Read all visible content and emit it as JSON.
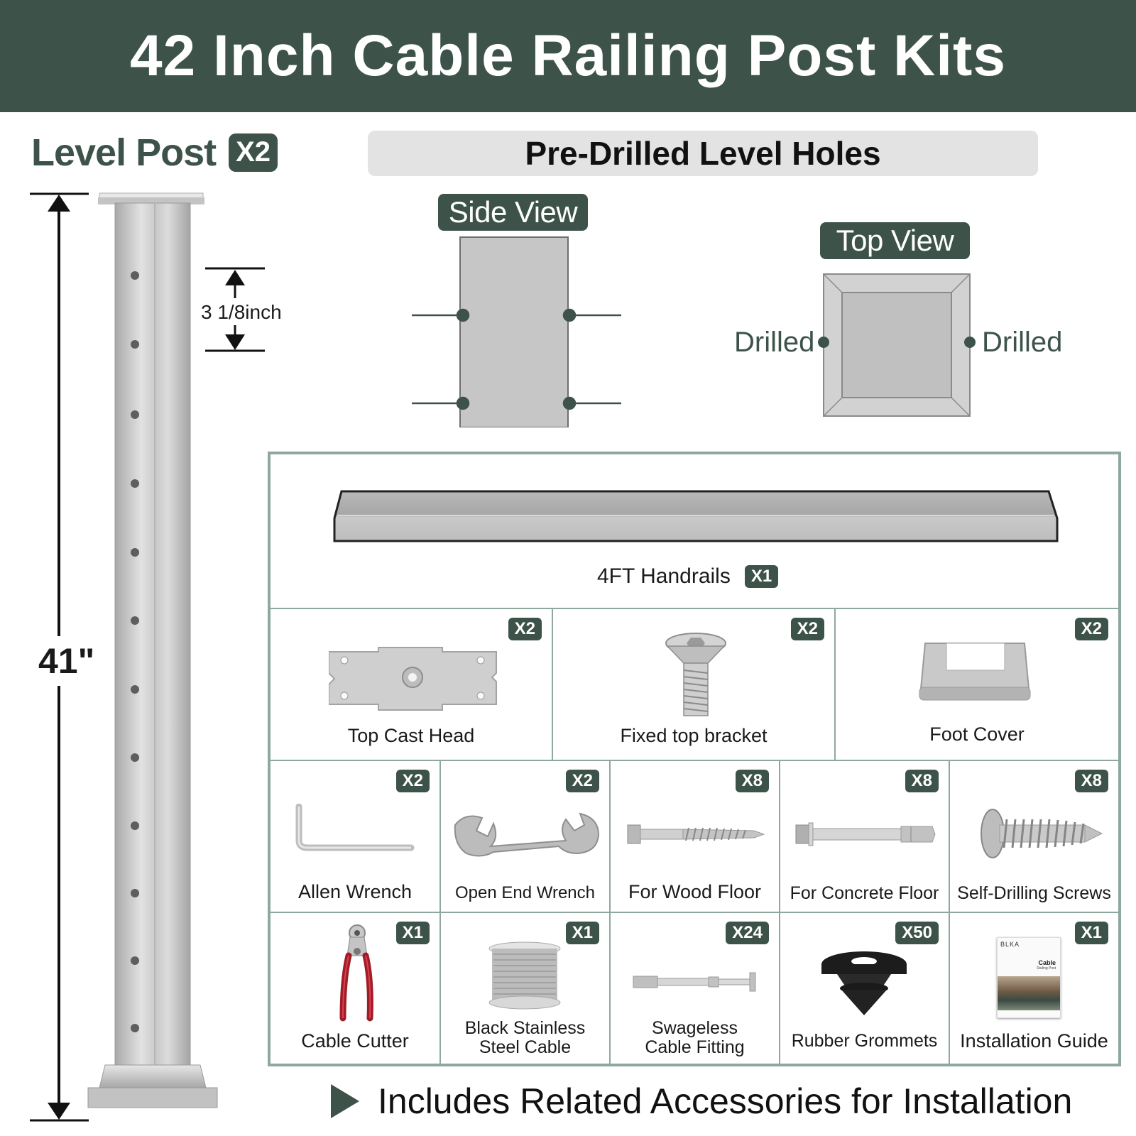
{
  "title": "42 Inch Cable Railing Post Kits",
  "post": {
    "label": "Level Post",
    "quantity": "X2",
    "height": "41\"",
    "hole_spacing": "3 1/8inch"
  },
  "holes": {
    "heading": "Pre-Drilled Level Holes",
    "side_view": "Side View",
    "top_view": "Top View",
    "drilled_left": "Drilled",
    "drilled_right": "Drilled"
  },
  "kit": {
    "handrail": {
      "label": "4FT Handrails",
      "quantity": "X1"
    },
    "row1": [
      {
        "label": "Top Cast Head",
        "quantity": "X2",
        "icon": "top-cast-head-icon"
      },
      {
        "label": "Fixed top bracket",
        "quantity": "X2",
        "icon": "bolt-icon"
      },
      {
        "label": "Foot Cover",
        "quantity": "X2",
        "icon": "foot-cover-icon"
      }
    ],
    "row2": [
      {
        "label": "Allen Wrench",
        "quantity": "X2",
        "icon": "allen-wrench-icon"
      },
      {
        "label": "Open End Wrench",
        "quantity": "X2",
        "icon": "open-end-wrench-icon"
      },
      {
        "label": "For Wood Floor",
        "quantity": "X8",
        "icon": "lag-screw-icon"
      },
      {
        "label": "For Concrete Floor",
        "quantity": "X8",
        "icon": "anchor-bolt-icon"
      },
      {
        "label": "Self-Drilling Screws",
        "quantity": "X8",
        "icon": "screw-icon"
      }
    ],
    "row3": [
      {
        "label": "Cable Cutter",
        "quantity": "X1",
        "icon": "cable-cutter-icon"
      },
      {
        "label_line1": "Black Stainless",
        "label_line2": "Steel Cable",
        "quantity": "X1",
        "icon": "cable-spool-icon"
      },
      {
        "label_line1": "Swageless",
        "label_line2": "Cable Fitting",
        "quantity": "X24",
        "icon": "cable-fitting-icon"
      },
      {
        "label": "Rubber Grommets",
        "quantity": "X50",
        "icon": "grommet-icon"
      },
      {
        "label": "Installation Guide",
        "quantity": "X1",
        "icon": "guide-booklet-icon"
      }
    ]
  },
  "guide_cover": {
    "brand": "BLKA",
    "line1": "Cable",
    "line2": "Railing Post"
  },
  "footer": "Includes Related Accessories for Installation",
  "colors": {
    "brand": "#3d534a",
    "border": "#8fa89e",
    "steel": "#c8c8c8"
  }
}
